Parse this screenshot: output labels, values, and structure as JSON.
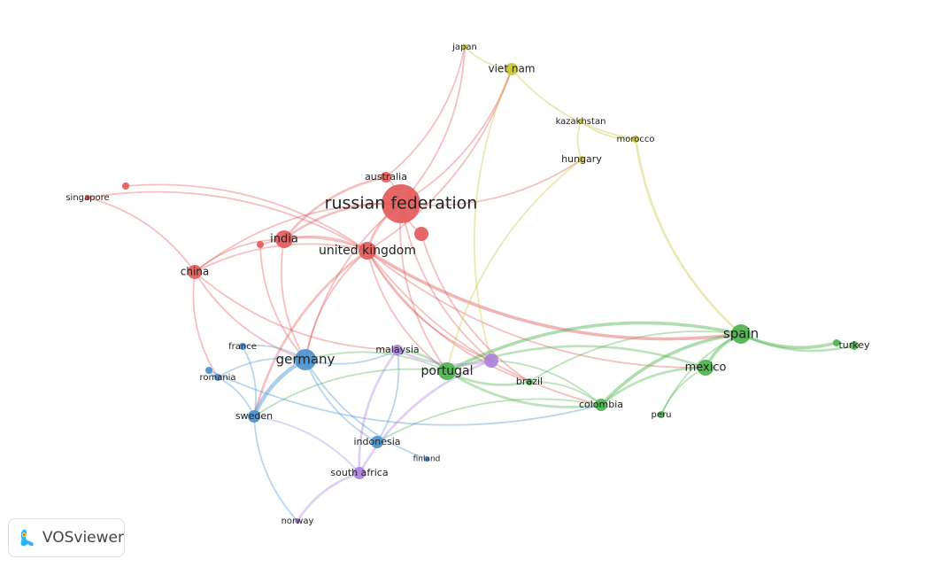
{
  "clusters": {
    "red": "#e35a5a",
    "yellow": "#c9c63c",
    "green": "#4db34d",
    "blue": "#4a93cf",
    "purple": "#ab82dc"
  },
  "nodes": [
    {
      "id": "russian-federation",
      "label": "russian federation",
      "cluster": "red"
    },
    {
      "id": "australia",
      "label": "australia",
      "cluster": "red"
    },
    {
      "id": "united-kingdom",
      "label": "united kingdom",
      "cluster": "red"
    },
    {
      "id": "india",
      "label": "india",
      "cluster": "red"
    },
    {
      "id": "china",
      "label": "china",
      "cluster": "red"
    },
    {
      "id": "singapore",
      "label": "singapore",
      "cluster": "red"
    },
    {
      "id": "red-a",
      "label": null,
      "cluster": "red"
    },
    {
      "id": "red-b",
      "label": null,
      "cluster": "red"
    },
    {
      "id": "red-c",
      "label": null,
      "cluster": "red"
    },
    {
      "id": "japan",
      "label": "japan",
      "cluster": "yellow"
    },
    {
      "id": "viet-nam",
      "label": "viet nam",
      "cluster": "yellow"
    },
    {
      "id": "kazakhstan",
      "label": "kazakhstan",
      "cluster": "yellow"
    },
    {
      "id": "morocco",
      "label": "morocco",
      "cluster": "yellow"
    },
    {
      "id": "hungary",
      "label": "hungary",
      "cluster": "yellow"
    },
    {
      "id": "spain",
      "label": "spain",
      "cluster": "green"
    },
    {
      "id": "mexico",
      "label": "mexico",
      "cluster": "green"
    },
    {
      "id": "portugal",
      "label": "portugal",
      "cluster": "green"
    },
    {
      "id": "colombia",
      "label": "colombia",
      "cluster": "green"
    },
    {
      "id": "brazil",
      "label": "brazil",
      "cluster": "green"
    },
    {
      "id": "peru",
      "label": "peru",
      "cluster": "green"
    },
    {
      "id": "green-a",
      "label": null,
      "cluster": "green"
    },
    {
      "id": "turkey",
      "label": "turkey",
      "cluster": "green"
    },
    {
      "id": "germany",
      "label": "germany",
      "cluster": "blue"
    },
    {
      "id": "france",
      "label": "france",
      "cluster": "blue"
    },
    {
      "id": "blue-a",
      "label": null,
      "cluster": "blue"
    },
    {
      "id": "romania",
      "label": "romania",
      "cluster": "blue"
    },
    {
      "id": "sweden",
      "label": "sweden",
      "cluster": "blue"
    },
    {
      "id": "indonesia",
      "label": "indonesia",
      "cluster": "blue"
    },
    {
      "id": "finland",
      "label": "finland",
      "cluster": "blue"
    },
    {
      "id": "malaysia",
      "label": "malaysia",
      "cluster": "purple"
    },
    {
      "id": "purple-a",
      "label": null,
      "cluster": "purple"
    },
    {
      "id": "south-africa",
      "label": "south africa",
      "cluster": "purple"
    },
    {
      "id": "norway",
      "label": "norway",
      "cluster": "purple"
    }
  ],
  "edges": [
    [
      "russian-federation",
      "australia",
      1
    ],
    [
      "russian-federation",
      "united-kingdom",
      2
    ],
    [
      "russian-federation",
      "india",
      2
    ],
    [
      "russian-federation",
      "china",
      1
    ],
    [
      "russian-federation",
      "japan",
      1
    ],
    [
      "russian-federation",
      "viet-nam",
      1
    ],
    [
      "russian-federation",
      "hungary",
      1
    ],
    [
      "russian-federation",
      "germany",
      1
    ],
    [
      "russian-federation",
      "purple-a",
      1
    ],
    [
      "russian-federation",
      "red-c",
      1
    ],
    [
      "russian-federation",
      "portugal",
      1
    ],
    [
      "australia",
      "india",
      2
    ],
    [
      "australia",
      "japan",
      1
    ],
    [
      "united-kingdom",
      "india",
      1
    ],
    [
      "united-kingdom",
      "china",
      1
    ],
    [
      "united-kingdom",
      "red-a",
      1
    ],
    [
      "united-kingdom",
      "germany",
      1
    ],
    [
      "united-kingdom",
      "spain",
      3
    ],
    [
      "united-kingdom",
      "mexico",
      1
    ],
    [
      "united-kingdom",
      "colombia",
      1
    ],
    [
      "united-kingdom",
      "brazil",
      1
    ],
    [
      "united-kingdom",
      "portugal",
      1
    ],
    [
      "united-kingdom",
      "purple-a",
      1
    ],
    [
      "united-kingdom",
      "viet-nam",
      1
    ],
    [
      "united-kingdom",
      "red-b",
      1
    ],
    [
      "united-kingdom",
      "sweden",
      2
    ],
    [
      "united-kingdom",
      "singapore",
      1
    ],
    [
      "india",
      "china",
      1
    ],
    [
      "india",
      "germany",
      1
    ],
    [
      "china",
      "singapore",
      1
    ],
    [
      "china",
      "germany",
      1
    ],
    [
      "china",
      "romania",
      1
    ],
    [
      "china",
      "malaysia",
      1
    ],
    [
      "red-b",
      "germany",
      1
    ],
    [
      "red-c",
      "brazil",
      1
    ],
    [
      "japan",
      "viet-nam",
      1
    ],
    [
      "viet-nam",
      "morocco",
      1
    ],
    [
      "viet-nam",
      "purple-a",
      1
    ],
    [
      "kazakhstan",
      "morocco",
      1
    ],
    [
      "kazakhstan",
      "hungary",
      1
    ],
    [
      "morocco",
      "spain",
      2
    ],
    [
      "hungary",
      "portugal",
      1
    ],
    [
      "spain",
      "mexico",
      3
    ],
    [
      "spain",
      "colombia",
      3
    ],
    [
      "spain",
      "portugal",
      3
    ],
    [
      "spain",
      "green-a",
      3
    ],
    [
      "spain",
      "turkey",
      2
    ],
    [
      "spain",
      "brazil",
      1
    ],
    [
      "spain",
      "peru",
      1
    ],
    [
      "mexico",
      "colombia",
      2
    ],
    [
      "mexico",
      "portugal",
      2
    ],
    [
      "mexico",
      "peru",
      1
    ],
    [
      "portugal",
      "colombia",
      2
    ],
    [
      "portugal",
      "brazil",
      2
    ],
    [
      "portugal",
      "malaysia",
      2
    ],
    [
      "portugal",
      "germany",
      1
    ],
    [
      "portugal",
      "sweden",
      1
    ],
    [
      "colombia",
      "brazil",
      1
    ],
    [
      "colombia",
      "indonesia",
      1
    ],
    [
      "colombia",
      "purple-a",
      1
    ],
    [
      "germany",
      "sweden",
      4
    ],
    [
      "germany",
      "france",
      1
    ],
    [
      "germany",
      "romania",
      1
    ],
    [
      "germany",
      "indonesia",
      1
    ],
    [
      "germany",
      "finland",
      1
    ],
    [
      "germany",
      "malaysia",
      1
    ],
    [
      "sweden",
      "france",
      1
    ],
    [
      "sweden",
      "romania",
      1
    ],
    [
      "sweden",
      "norway",
      1
    ],
    [
      "blue-a",
      "romania",
      1
    ],
    [
      "blue-a",
      "colombia",
      1
    ],
    [
      "indonesia",
      "malaysia",
      1
    ],
    [
      "malaysia",
      "south-africa",
      2
    ],
    [
      "malaysia",
      "purple-a",
      2
    ],
    [
      "purple-a",
      "south-africa",
      2
    ],
    [
      "south-africa",
      "norway",
      2
    ],
    [
      "south-africa",
      "sweden",
      1
    ]
  ],
  "logo": {
    "label": "VOSviewer"
  }
}
